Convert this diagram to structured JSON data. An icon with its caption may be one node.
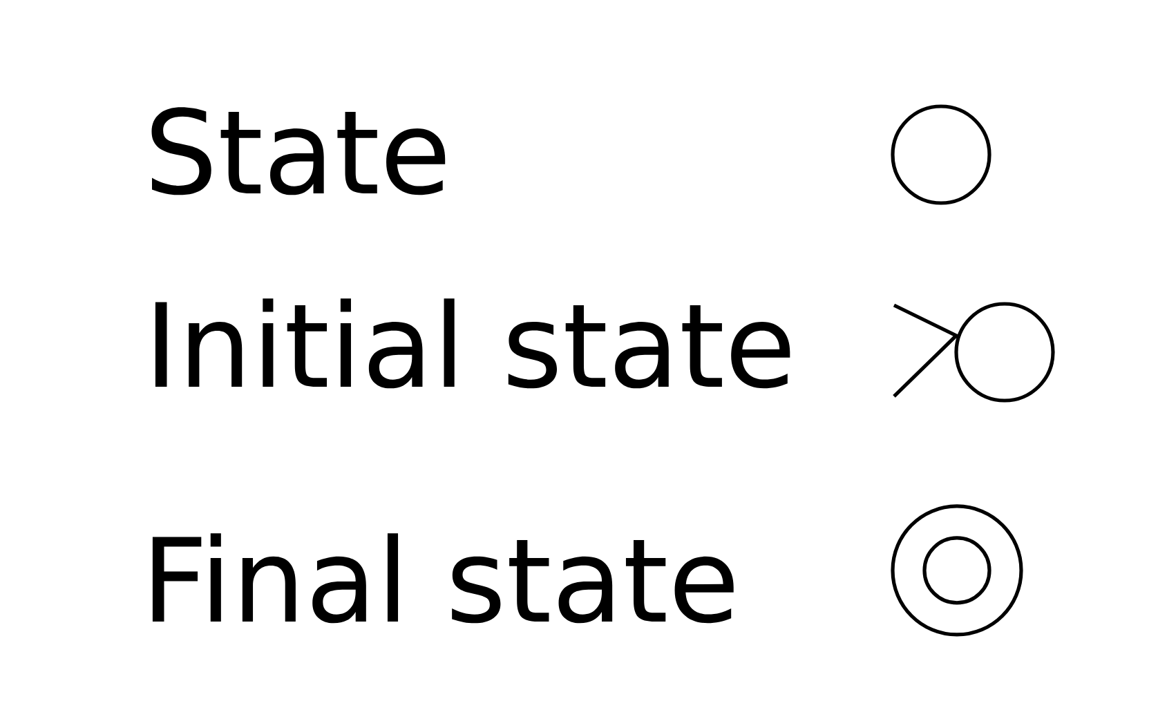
{
  "diagram": {
    "legend": [
      {
        "text": "State"
      },
      {
        "text": "Initial state"
      },
      {
        "text": "Final state"
      }
    ]
  }
}
